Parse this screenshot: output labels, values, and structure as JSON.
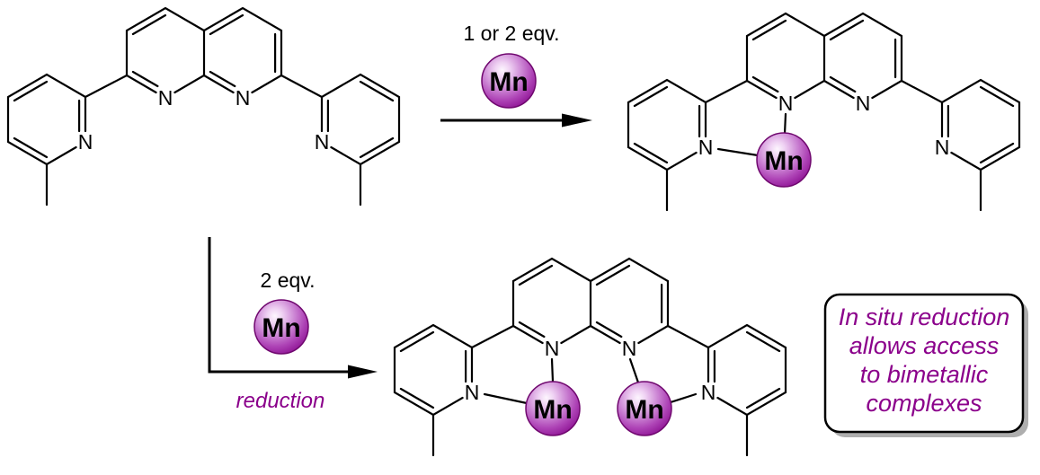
{
  "labels": {
    "nitrogen": "N",
    "manganese": "Mn"
  },
  "top_reaction": {
    "equivalents": "1 or 2 eqv."
  },
  "bottom_reaction": {
    "equivalents": "2 eqv.",
    "condition": "reduction"
  },
  "note_box": {
    "line1": "In situ reduction",
    "line2": "allows access",
    "line3": "to bimetallic",
    "line4": "complexes"
  },
  "colors": {
    "text_purple": "#8B008B",
    "bond_black": "#000000",
    "sphere_highlight": "#FDF6FE",
    "sphere_light": "#EFD2F3",
    "sphere_mid": "#CE8AD6",
    "sphere_deep": "#AE44B6",
    "sphere_edge": "#8A0D90",
    "sphere_outline": "#70086F",
    "note_shadow": "#9A9A9A"
  }
}
